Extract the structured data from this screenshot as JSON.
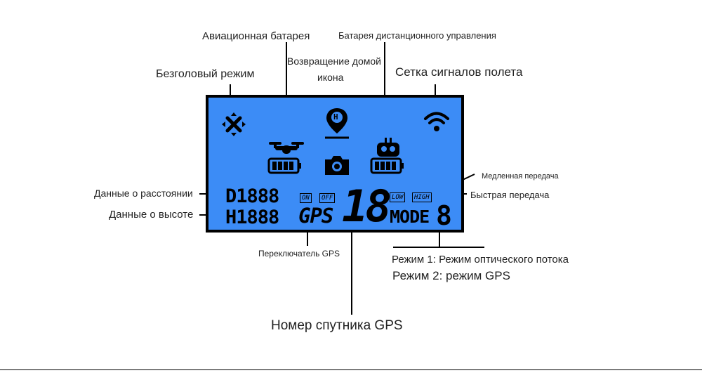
{
  "labels": {
    "headless_mode": "Безголовый режим",
    "aircraft_battery": "Авиационная батарея",
    "return_home_line1": "Возвращение домой",
    "return_home_line2": "икона",
    "remote_battery": "Батарея дистанционного управления",
    "signal_grid": "Сетка сигналов полета",
    "slow_speed": "Медленная передача",
    "fast_speed": "Быстрая передача",
    "distance_data": "Данные о расстоянии",
    "altitude_data": "Данные о высоте",
    "gps_switch": "Переключатель GPS",
    "mode1": "Режим 1: Режим оптического потока",
    "mode2": "Режим 2: режим GPS",
    "satellite_number": "Номер спутника GPS"
  },
  "lcd": {
    "distance_readout": "D1888",
    "altitude_readout": "H1888",
    "on_label": "ON",
    "off_label": "OFF",
    "gps_label": "GPS",
    "satellite_digits": "18",
    "low_label": "LOW",
    "high_label": "HIGH",
    "mode_label": "MODE",
    "mode_digit": "8",
    "home_letter": "H"
  },
  "colors": {
    "lcd_background": "#3c8cf6",
    "segment": "#000000"
  },
  "icons": [
    "drone-headless-icon",
    "home-pin-icon",
    "wifi-signal-icon",
    "aircraft-icon",
    "camera-icon",
    "remote-controller-icon",
    "battery-icon"
  ]
}
